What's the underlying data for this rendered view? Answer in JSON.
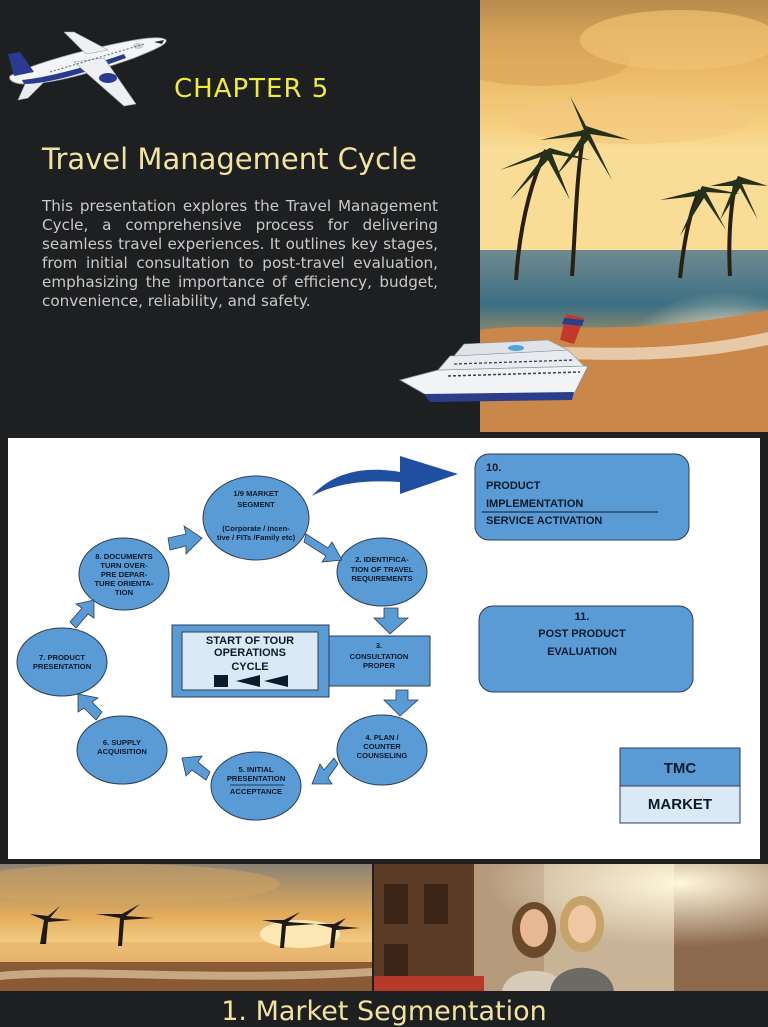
{
  "slide": {
    "chapter": "CHAPTER 5",
    "title": "Travel Management Cycle",
    "description": "This presentation explores the Travel Management Cycle, a comprehensive process for delivering seamless travel experiences. It outlines key stages, from initial consultation to post-travel evaluation, emphasizing the importance of efficiency, budget, convenience, reliability, and safety.",
    "next_section": "1. Market Segmentation"
  },
  "diagram": {
    "center": {
      "line1": "START OF TOUR",
      "line2": "OPERATIONS",
      "line3": "CYCLE"
    },
    "nodes": [
      {
        "lines": [
          "1/9 MARKET",
          "SEGMENT",
          "",
          "(Corporate / Incen-",
          "tive / FITs /Family etc)"
        ]
      },
      {
        "lines": [
          "2. IDENTIFICA-",
          "TION OF TRAVEL",
          "REQUIREMENTS"
        ]
      },
      {
        "lines": [
          "3.",
          "CONSULTATION",
          "PROPER"
        ]
      },
      {
        "lines": [
          "4. PLAN /",
          "COUNTER",
          "COUNSELING"
        ]
      },
      {
        "lines": [
          "5. INITIAL",
          "PRESENTATION",
          "ACCEPTANCE"
        ]
      },
      {
        "lines": [
          "6. SUPPLY",
          "ACQUISITION"
        ]
      },
      {
        "lines": [
          "7. PRODUCT",
          "PRESENTATION"
        ]
      },
      {
        "lines": [
          "8. DOCUMENTS",
          "TURN OVER-",
          "PRE DEPAR-",
          "TURE ORIENTA-",
          "TION"
        ]
      }
    ],
    "box10": {
      "num": "10.",
      "line1": "PRODUCT",
      "line2": "IMPLEMENTATION",
      "line3": "SERVICE ACTIVATION"
    },
    "box11": {
      "num": "11.",
      "line1": "POST PRODUCT",
      "line2": "EVALUATION"
    },
    "legend": {
      "top": "TMC",
      "bottom": "MARKET"
    }
  },
  "colors": {
    "background": "#1e1f21",
    "chapter": "#f0ec3c",
    "title": "#f3e2a0",
    "body_text": "#c9c9c9",
    "node_fill": "#5b9bd5",
    "arrow_blue": "#1f4fa0"
  },
  "images": [
    "airplane-illustration",
    "beach-sunset-palms-photo",
    "cruise-ship-illustration",
    "sunset-palms-strip-photo",
    "two-women-city-street-photo"
  ]
}
